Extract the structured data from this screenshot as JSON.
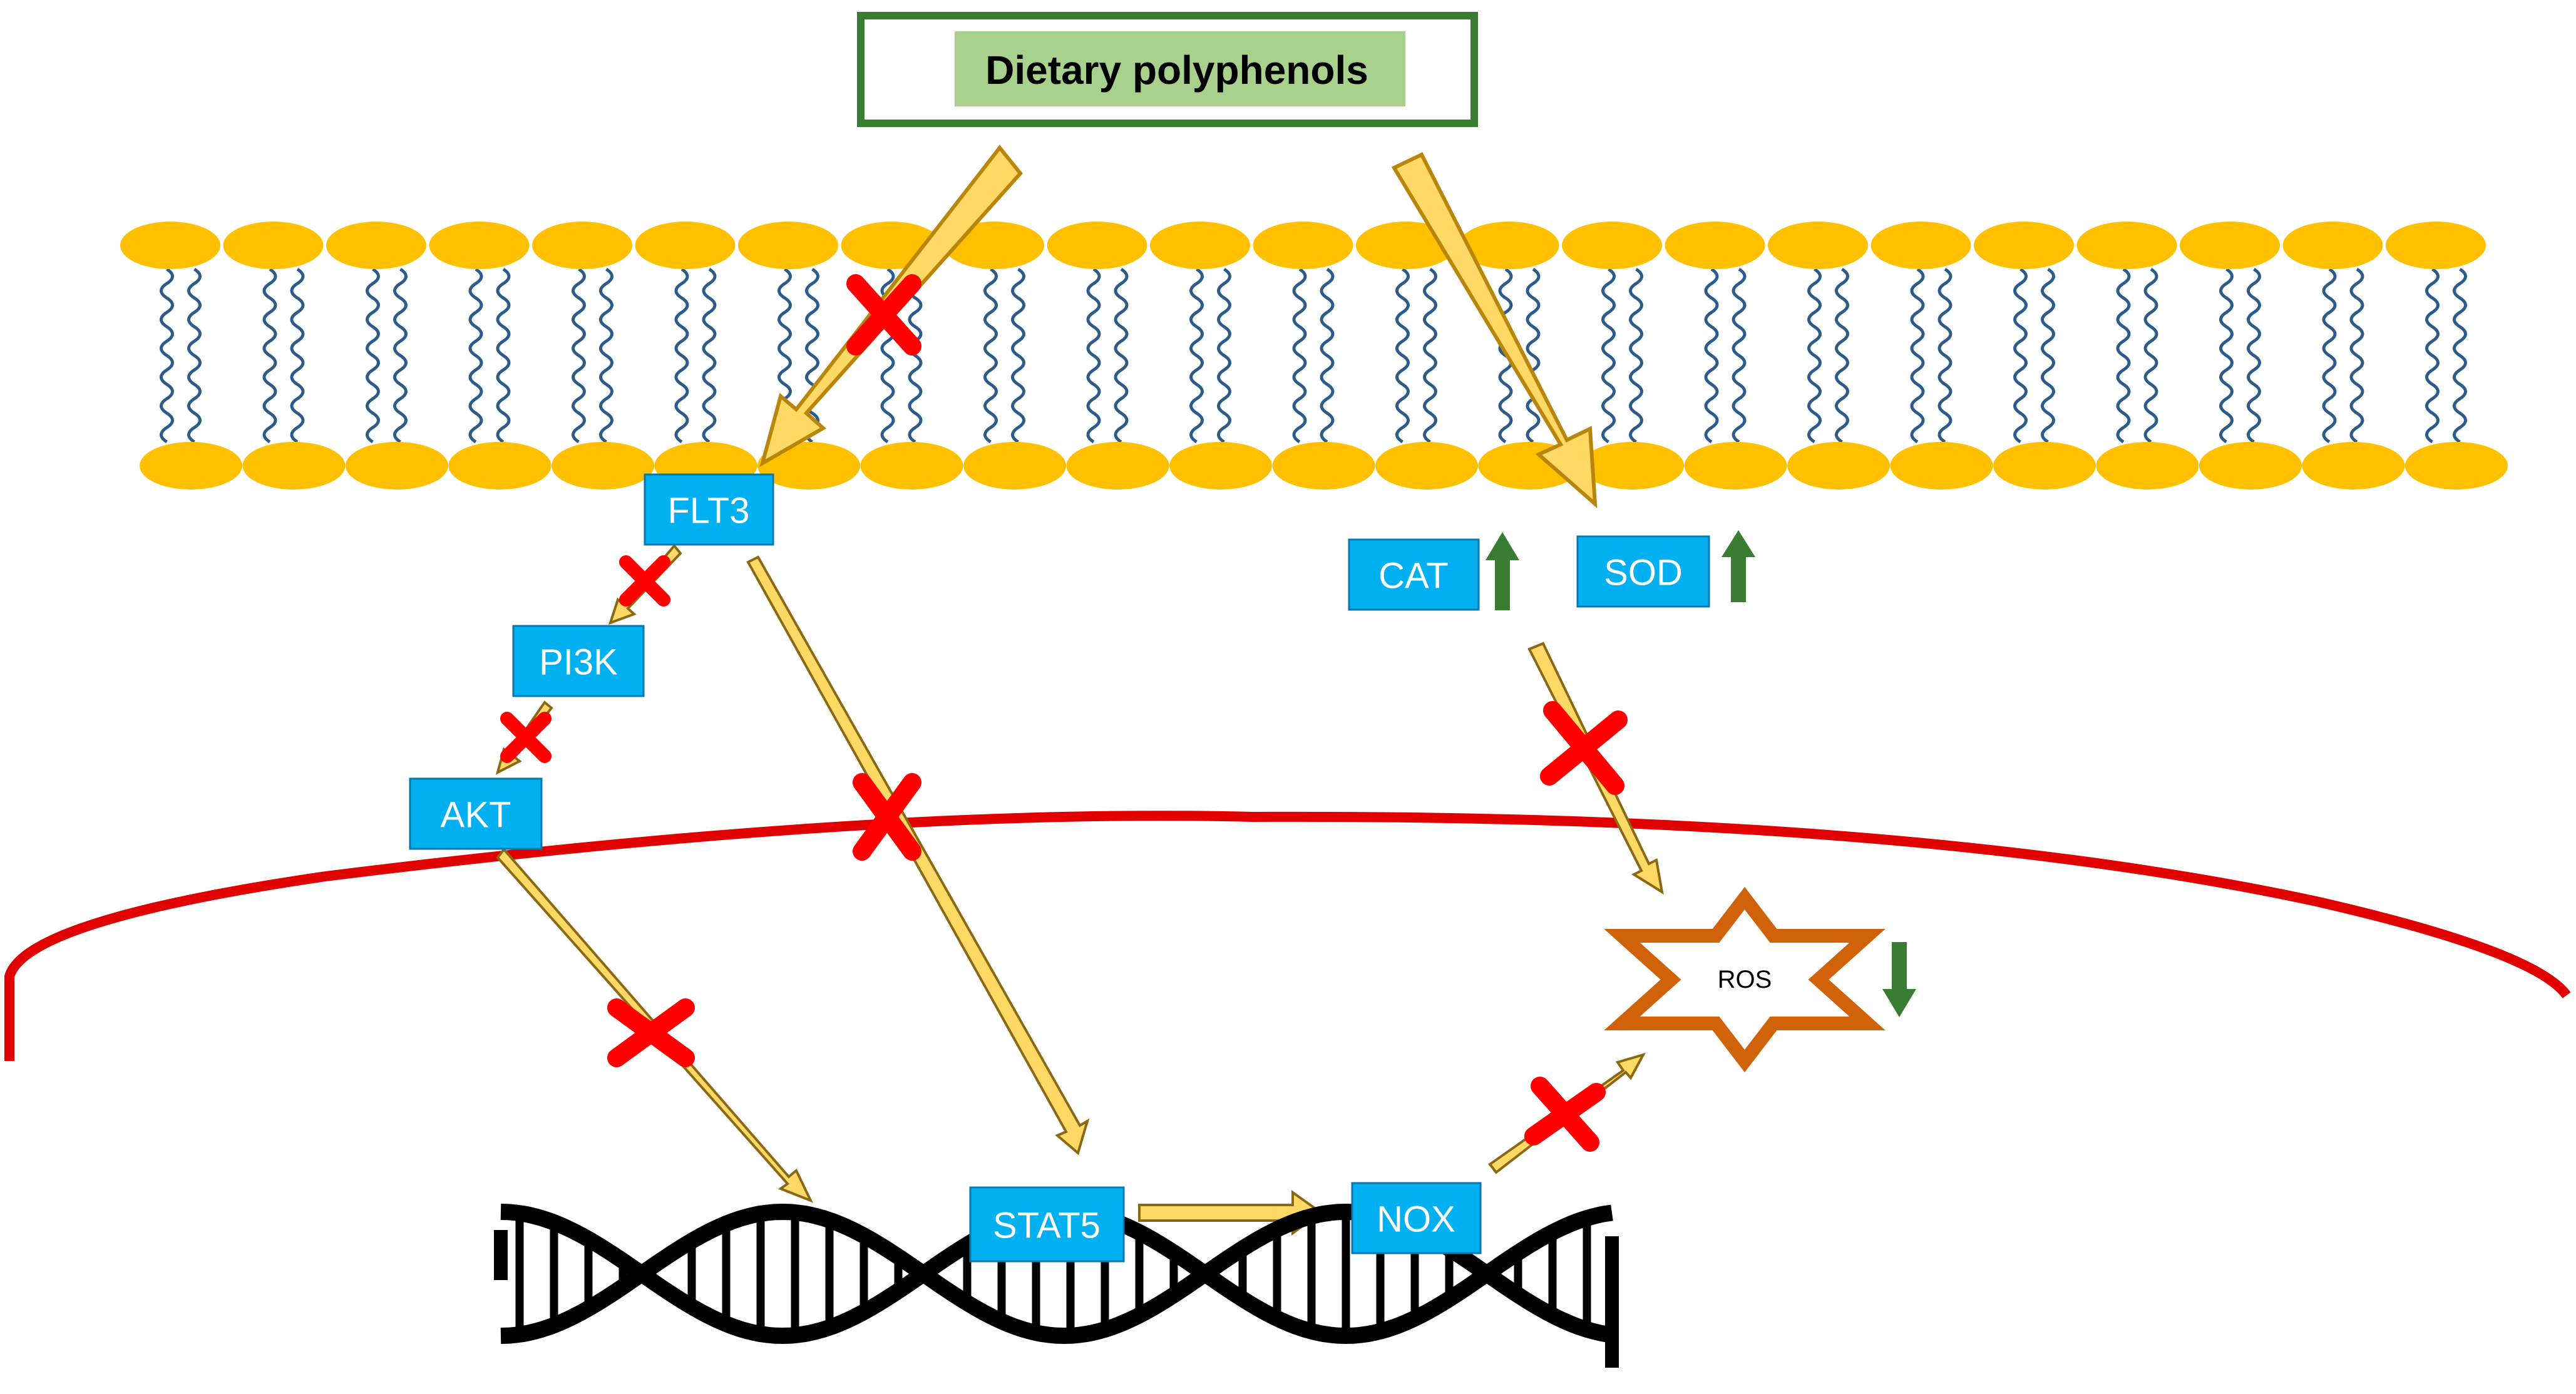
{
  "title": "Dietary polyphenols",
  "nodes": {
    "flt3": "FLT3",
    "pi3k": "PI3K",
    "akt": "AKT",
    "stat5": "STAT5",
    "nox": "NOX",
    "cat": "CAT",
    "sod": "SOD",
    "ros": "ROS"
  },
  "colors": {
    "node_fill": "#00B0F0",
    "membrane_head": "#FFC000",
    "tail": "#2E5C8A",
    "arrow_fill": "#FFD966",
    "arrow_stroke": "#B8860B",
    "inhibit": "#FF0000",
    "up_arrow": "#3A7D32",
    "nucleus_line": "#E00000",
    "ros_star": "#D0620A",
    "title_box_border": "#3A7D32",
    "title_highlight": "#A9D18E"
  }
}
